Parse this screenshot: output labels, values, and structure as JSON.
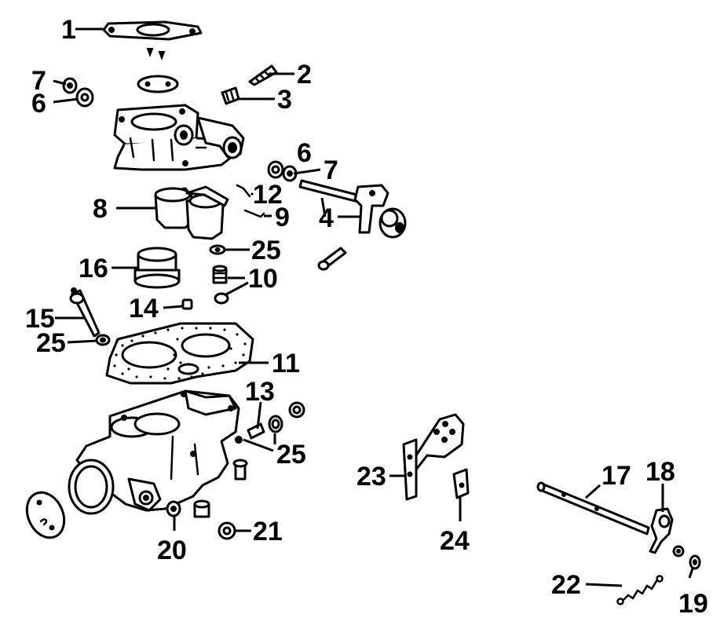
{
  "callouts": [
    {
      "id": "c1",
      "text": "1"
    },
    {
      "id": "c2",
      "text": "2"
    },
    {
      "id": "c3",
      "text": "3"
    },
    {
      "id": "c4",
      "text": "4"
    },
    {
      "id": "c6a",
      "text": "6"
    },
    {
      "id": "c7a",
      "text": "7"
    },
    {
      "id": "c6b",
      "text": "6"
    },
    {
      "id": "c7b",
      "text": "7"
    },
    {
      "id": "c8",
      "text": "8"
    },
    {
      "id": "c9",
      "text": "9"
    },
    {
      "id": "c10",
      "text": "10"
    },
    {
      "id": "c11",
      "text": "11"
    },
    {
      "id": "c12",
      "text": "12"
    },
    {
      "id": "c13",
      "text": "13"
    },
    {
      "id": "c14",
      "text": "14"
    },
    {
      "id": "c15",
      "text": "15"
    },
    {
      "id": "c16",
      "text": "16"
    },
    {
      "id": "c17",
      "text": "17"
    },
    {
      "id": "c18",
      "text": "18"
    },
    {
      "id": "c19",
      "text": "19"
    },
    {
      "id": "c20",
      "text": "20"
    },
    {
      "id": "c21",
      "text": "21"
    },
    {
      "id": "c22",
      "text": "22"
    },
    {
      "id": "c23",
      "text": "23"
    },
    {
      "id": "c24",
      "text": "24"
    },
    {
      "id": "c25a",
      "text": "25"
    },
    {
      "id": "c25b",
      "text": "25"
    },
    {
      "id": "c25c",
      "text": "25"
    }
  ]
}
